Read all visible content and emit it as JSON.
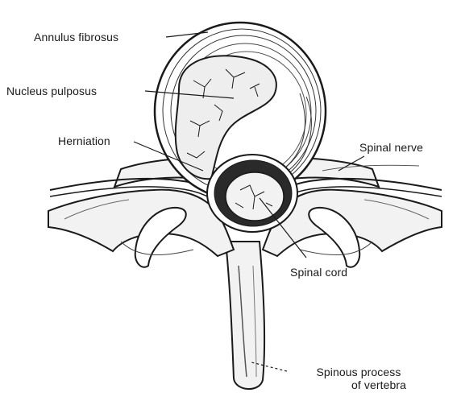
{
  "labels": {
    "annulus_fibrosus": "Annulus fibrosus",
    "nucleus_pulposus": "Nucleus pulposus",
    "herniation": "Herniation",
    "spinal_nerve": "Spinal nerve",
    "spinal_cord": "Spinal cord",
    "spinous_process_line1": "Spinous process",
    "spinous_process_line2": "of vertebra"
  },
  "colors": {
    "ink": "#1a1a1a",
    "bone_fill": "#f2f2f2",
    "shadow": "#555555",
    "background": "#ffffff"
  }
}
